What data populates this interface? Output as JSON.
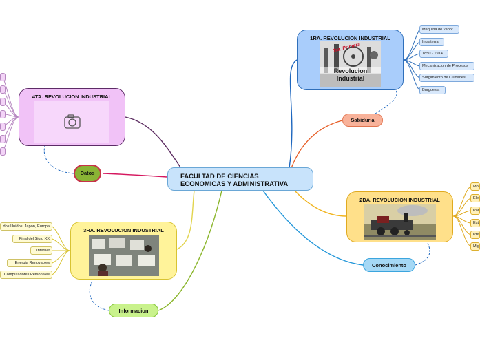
{
  "central": {
    "line1": "FACULTAD DE CIENCIAS",
    "line2": "ECONOMICAS Y ADMINISTRATIVA"
  },
  "topics": {
    "t1": "1RA. REVOLUCION INDUSTRIAL",
    "t2": "2DA. REVOLUCION INDUSTRIAL",
    "t3": "3RA. REVOLUCION INDUSTRIAL",
    "t4": "4TA. REVOLUCION INDUSTRIAL"
  },
  "image_text": {
    "badge": "1ra. Primera",
    "line1": "Revolucion",
    "line2": "Industrial"
  },
  "icons": {
    "placeholder": "camera-icon"
  },
  "notes": {
    "sabiduria": "Sabiduria",
    "datos": "Datos",
    "conocimiento": "Conocimiento",
    "informacion": "Informacion"
  },
  "leaves": {
    "first": [
      "Maquina de vapor",
      "Inglaterra",
      "1850 - 1914",
      "Mecanizacion de Procesos",
      "Surgimiento de Ciudades",
      "Burguesia"
    ],
    "second": [
      "Mot",
      "Ele",
      "Par",
      "Est",
      "Pris",
      "Mig"
    ],
    "third": [
      "dos Unidos, Japon, Europa",
      "Final del Siglo XX",
      "Internet",
      "Energia Renovables",
      "Computadores Personales"
    ]
  },
  "colors": {
    "t1": "#a9cdfb",
    "t2": "#ffe08a",
    "t3": "#fff39a",
    "t4": "#f1c2f7",
    "central": "#c8e3fb",
    "link_blue": "#1e67bf",
    "link_orange": "#e75f28",
    "link_gold": "#f0b31c",
    "link_yellow": "#e2d44e",
    "link_purple": "#5a2a5f",
    "link_red": "#d5175e",
    "link_cyan": "#2196d9",
    "link_green": "#8ab52a"
  }
}
